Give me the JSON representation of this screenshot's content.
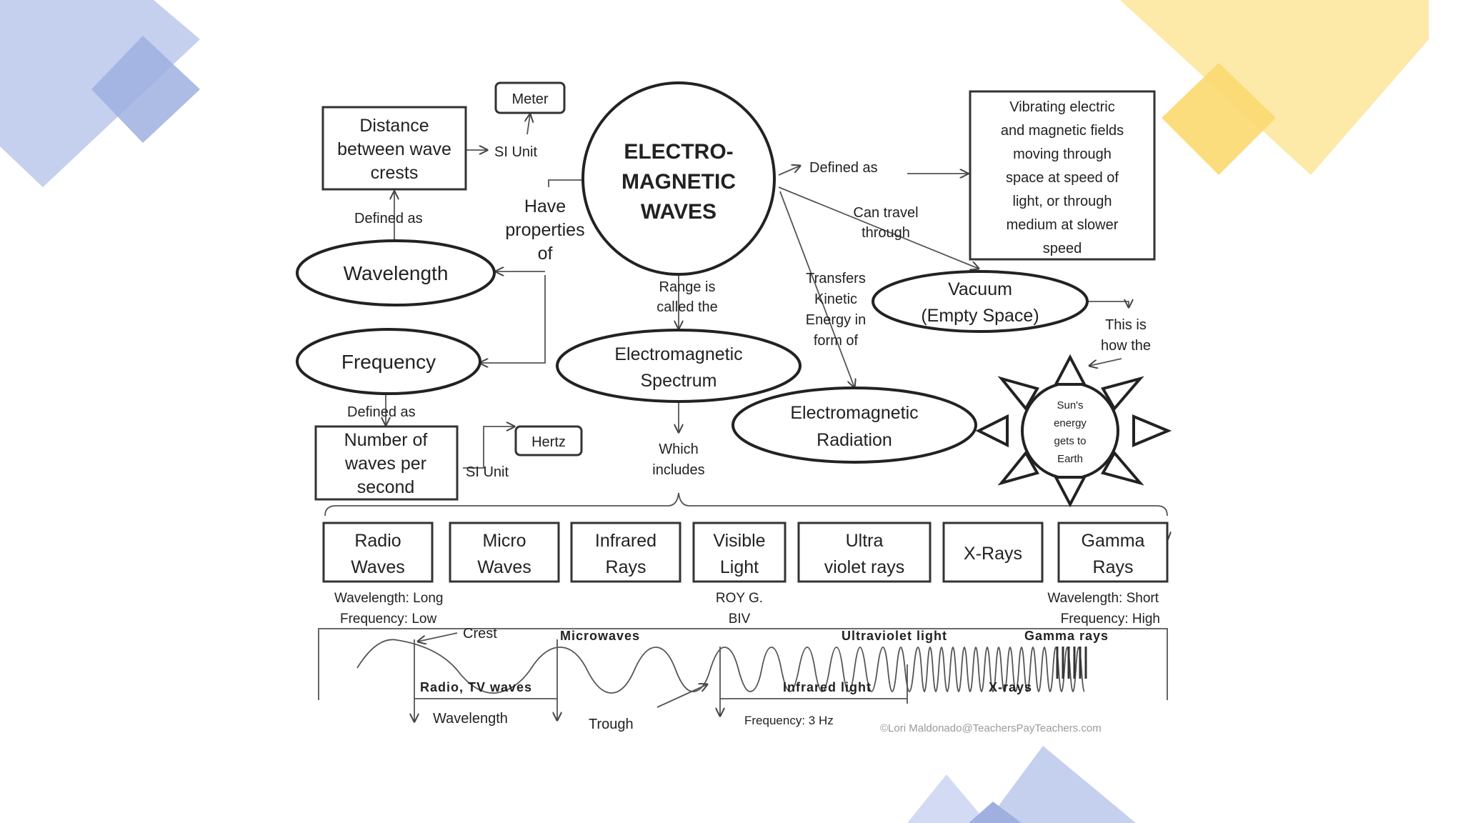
{
  "colors": {
    "blue_decor": "#c5d0ee",
    "blue_decor_dark": "#9fb0e0",
    "yellow_decor": "#fde9a8",
    "yellow_decor_dark": "#fbd970",
    "ink": "#222222"
  },
  "center": {
    "line1": "ELECTRO-",
    "line2": "MAGNETIC",
    "line3": "WAVES"
  },
  "distance_box": {
    "line1": "Distance",
    "line2": "between wave",
    "line3": "crests"
  },
  "meter": "Meter",
  "si_unit_1": "SI Unit",
  "si_unit_2": "SI Unit",
  "defined_as_1": "Defined as",
  "defined_as_2": "Defined as",
  "defined_as_3": "Defined as",
  "wavelength": "Wavelength",
  "frequency": "Frequency",
  "have_properties": {
    "line1": "Have",
    "line2": "properties",
    "line3": "of"
  },
  "hertz": "Hertz",
  "number_box": {
    "line1": "Number of",
    "line2": "waves per",
    "line3": "second"
  },
  "range_label": {
    "line1": "Range is",
    "line2": "called the"
  },
  "spectrum": {
    "line1": "Electromagnetic",
    "line2": "Spectrum"
  },
  "which_includes": {
    "line1": "Which",
    "line2": "includes"
  },
  "vibrating_box": {
    "line1": "Vibrating electric",
    "line2": "and magnetic fields",
    "line3": "moving through",
    "line4": "space at speed of",
    "line5": "light, or through",
    "line6": "medium at slower",
    "line7": "speed"
  },
  "can_travel": {
    "line1": "Can travel",
    "line2": "through"
  },
  "vacuum": {
    "line1": "Vacuum",
    "line2": "(Empty Space)"
  },
  "transfers": {
    "line1": "Transfers",
    "line2": "Kinetic",
    "line3": "Energy in",
    "line4": "form of"
  },
  "radiation": {
    "line1": "Electromagnetic",
    "line2": "Radiation"
  },
  "this_is": {
    "line1": "This is",
    "line2": "how the"
  },
  "sun": {
    "line1": "Sun's",
    "line2": "energy",
    "line3": "gets to",
    "line4": "Earth"
  },
  "spectrum_boxes": [
    {
      "line1": "Radio",
      "line2": "Waves"
    },
    {
      "line1": "Micro",
      "line2": "Waves"
    },
    {
      "line1": "Infrared",
      "line2": "Rays"
    },
    {
      "line1": "Visible",
      "line2": "Light"
    },
    {
      "line1": "Ultra",
      "line2": "violet rays"
    },
    {
      "line1": "X-Rays",
      "line2": ""
    },
    {
      "line1": "Gamma",
      "line2": "Rays"
    }
  ],
  "long_end": {
    "line1": "Wavelength: Long",
    "line2": "Frequency: Low"
  },
  "roygbiv": {
    "line1": "ROY G.",
    "line2": "BIV"
  },
  "short_end": {
    "line1": "Wavelength: Short",
    "line2": "Frequency: High"
  },
  "wave_strip": {
    "crest": "Crest",
    "microwaves": "Microwaves",
    "ultraviolet": "Ultraviolet light",
    "gamma": "Gamma rays",
    "radio_tv": "Radio, TV waves",
    "infrared": "Infrared light",
    "xrays": "X-rays",
    "wavelength": "Wavelength",
    "trough": "Trough",
    "frequency": "Frequency: 3 Hz"
  },
  "copyright": "©Lori Maldonado@TeachersPayTeachers.com"
}
